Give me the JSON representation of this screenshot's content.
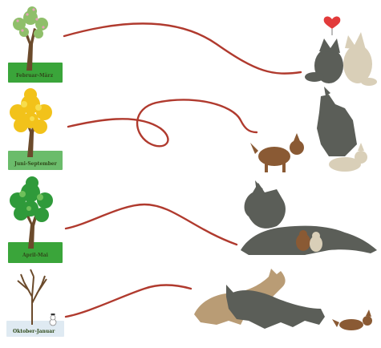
{
  "seasons": [
    {
      "label": "Februar-März",
      "foliage": "#8fbf6a",
      "accent": "#e6a0b8"
    },
    {
      "label": "Juni-September",
      "foliage": "#f2c21a",
      "accent": "#f7dd4c"
    },
    {
      "label": "April-Mai",
      "foliage": "#2f9a3a",
      "accent": "#6fc05a"
    },
    {
      "label": "Oktober-Januar",
      "foliage": "none",
      "accent": "#dfeaf2"
    }
  ],
  "colors": {
    "connector": "#b03a2e",
    "grass": "#3aa53a",
    "trunk": "#6b4a2b",
    "heart": "#e23b3b",
    "wolf_grey": "#5b5e58",
    "wolf_light": "#d9cfb8",
    "pup_brown": "#8a5a34",
    "wolf_tan": "#b99c75"
  },
  "scenes": [
    {
      "icon": "wolf-pair-heart-icon"
    },
    {
      "icon": "wolf-family-pups-icon"
    },
    {
      "icon": "wolf-nursing-pups-icon"
    },
    {
      "icon": "wolves-running-icon"
    }
  ]
}
